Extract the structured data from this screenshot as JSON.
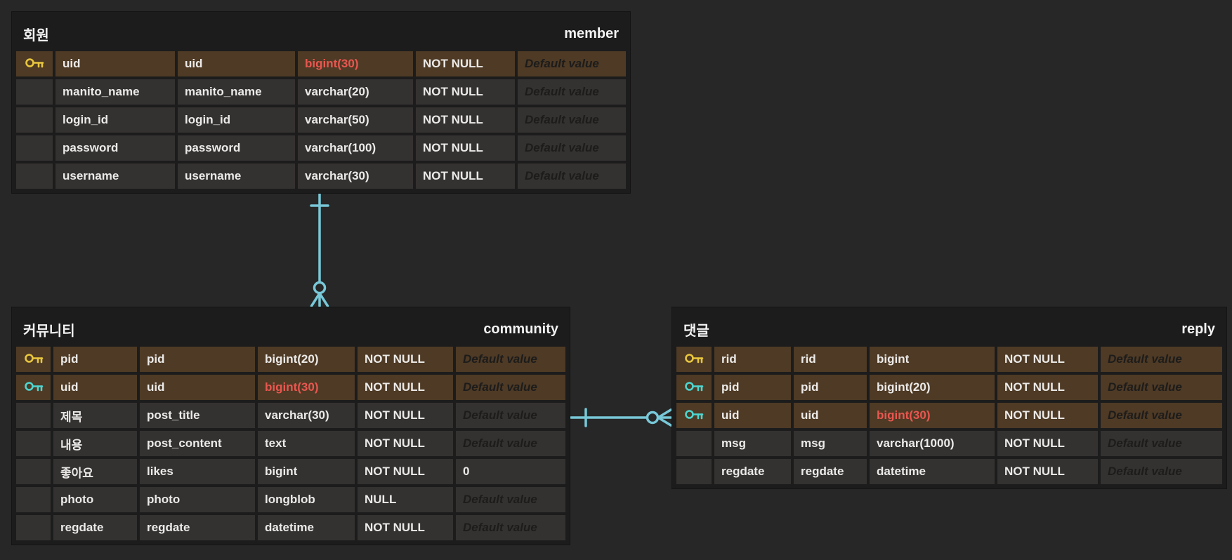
{
  "diagram": {
    "type": "entity-relationship-diagram",
    "background_color": "#272727",
    "accent_line_color": "#78c8d8",
    "primary_key_color": "#e8c63e",
    "foreign_key_color": "#4fd4cf",
    "key_row_color": "#4e3a25",
    "type_highlight_color": "#e85750"
  },
  "tables": [
    {
      "logical_name": "회원",
      "physical_name": "member",
      "rows": [
        {
          "icon": "pk",
          "name": "uid",
          "physical": "uid",
          "type": "bigint(30)",
          "type_highlight": true,
          "nullable": "NOT NULL",
          "default": "Default value",
          "default_placeholder": true,
          "key_row": true
        },
        {
          "icon": null,
          "name": "manito_name",
          "physical": "manito_name",
          "type": "varchar(20)",
          "type_highlight": false,
          "nullable": "NOT NULL",
          "default": "Default value",
          "default_placeholder": true,
          "key_row": false
        },
        {
          "icon": null,
          "name": "login_id",
          "physical": "login_id",
          "type": "varchar(50)",
          "type_highlight": false,
          "nullable": "NOT NULL",
          "default": "Default value",
          "default_placeholder": true,
          "key_row": false
        },
        {
          "icon": null,
          "name": "password",
          "physical": "password",
          "type": "varchar(100)",
          "type_highlight": false,
          "nullable": "NOT NULL",
          "default": "Default value",
          "default_placeholder": true,
          "key_row": false
        },
        {
          "icon": null,
          "name": "username",
          "physical": "username",
          "type": "varchar(30)",
          "type_highlight": false,
          "nullable": "NOT NULL",
          "default": "Default value",
          "default_placeholder": true,
          "key_row": false
        }
      ]
    },
    {
      "logical_name": "커뮤니티",
      "physical_name": "community",
      "rows": [
        {
          "icon": "pk",
          "name": "pid",
          "physical": "pid",
          "type": "bigint(20)",
          "type_highlight": false,
          "nullable": "NOT NULL",
          "default": "Default value",
          "default_placeholder": true,
          "key_row": true
        },
        {
          "icon": "fk",
          "name": "uid",
          "physical": "uid",
          "type": "bigint(30)",
          "type_highlight": true,
          "nullable": "NOT NULL",
          "default": "Default value",
          "default_placeholder": true,
          "key_row": true
        },
        {
          "icon": null,
          "name": "제목",
          "physical": "post_title",
          "type": "varchar(30)",
          "type_highlight": false,
          "nullable": "NOT NULL",
          "default": "Default value",
          "default_placeholder": true,
          "key_row": false
        },
        {
          "icon": null,
          "name": "내용",
          "physical": "post_content",
          "type": "text",
          "type_highlight": false,
          "nullable": "NOT NULL",
          "default": "Default value",
          "default_placeholder": true,
          "key_row": false
        },
        {
          "icon": null,
          "name": "좋아요",
          "physical": "likes",
          "type": "bigint",
          "type_highlight": false,
          "nullable": "NOT NULL",
          "default": "0",
          "default_placeholder": false,
          "key_row": false
        },
        {
          "icon": null,
          "name": "photo",
          "physical": "photo",
          "type": "longblob",
          "type_highlight": false,
          "nullable": "NULL",
          "default": "Default value",
          "default_placeholder": true,
          "key_row": false
        },
        {
          "icon": null,
          "name": "regdate",
          "physical": "regdate",
          "type": "datetime",
          "type_highlight": false,
          "nullable": "NOT NULL",
          "default": "Default value",
          "default_placeholder": true,
          "key_row": false
        }
      ]
    },
    {
      "logical_name": "댓글",
      "physical_name": "reply",
      "rows": [
        {
          "icon": "pk",
          "name": "rid",
          "physical": "rid",
          "type": "bigint",
          "type_highlight": false,
          "nullable": "NOT NULL",
          "default": "Default value",
          "default_placeholder": true,
          "key_row": true
        },
        {
          "icon": "fk",
          "name": "pid",
          "physical": "pid",
          "type": "bigint(20)",
          "type_highlight": false,
          "nullable": "NOT NULL",
          "default": "Default value",
          "default_placeholder": true,
          "key_row": true
        },
        {
          "icon": "fk",
          "name": "uid",
          "physical": "uid",
          "type": "bigint(30)",
          "type_highlight": true,
          "nullable": "NOT NULL",
          "default": "Default value",
          "default_placeholder": true,
          "key_row": true
        },
        {
          "icon": null,
          "name": "msg",
          "physical": "msg",
          "type": "varchar(1000)",
          "type_highlight": false,
          "nullable": "NOT NULL",
          "default": "Default value",
          "default_placeholder": true,
          "key_row": false
        },
        {
          "icon": null,
          "name": "regdate",
          "physical": "regdate",
          "type": "datetime",
          "type_highlight": false,
          "nullable": "NOT NULL",
          "default": "Default value",
          "default_placeholder": true,
          "key_row": false
        }
      ]
    }
  ],
  "relationships": [
    {
      "from": "member",
      "to": "community",
      "from_cardinality": "one",
      "to_cardinality": "zero-or-many"
    },
    {
      "from": "community",
      "to": "reply",
      "from_cardinality": "one",
      "to_cardinality": "zero-or-many"
    }
  ]
}
